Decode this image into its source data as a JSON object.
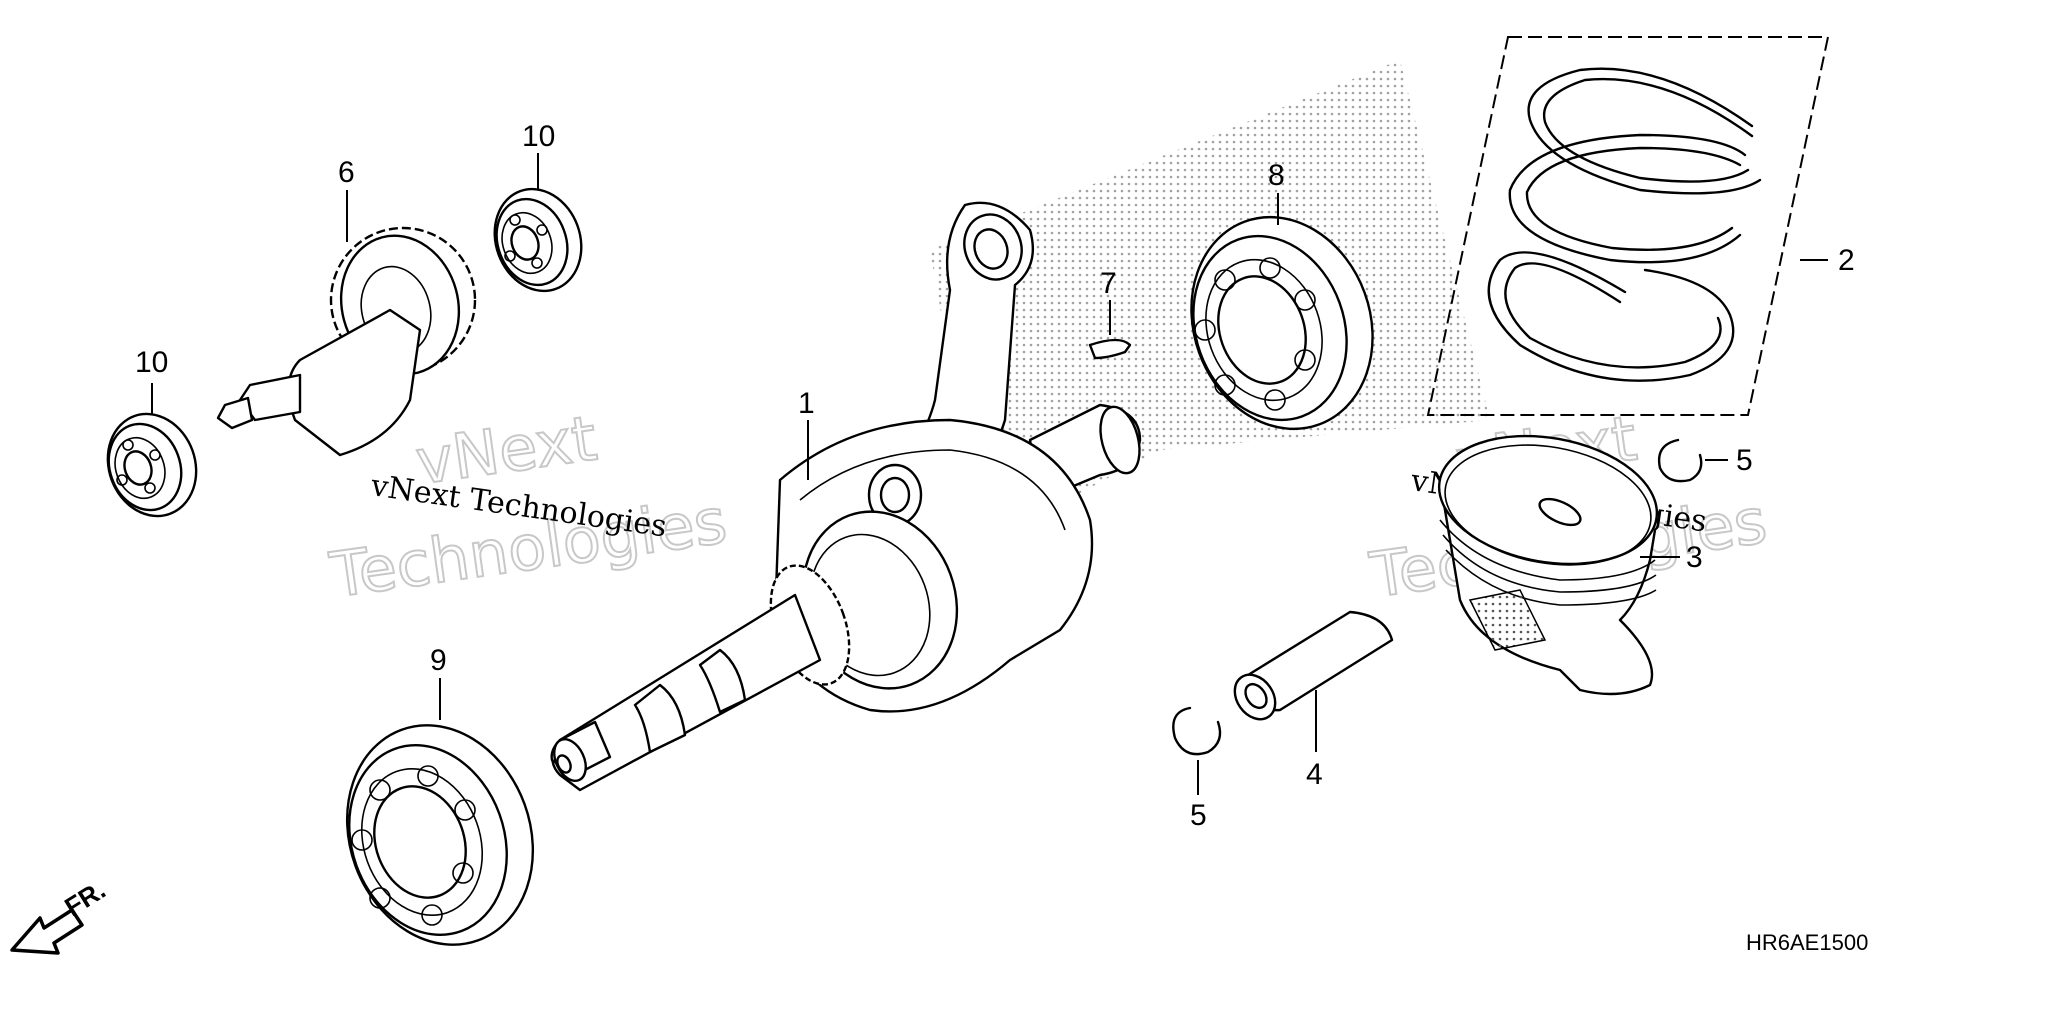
{
  "diagram": {
    "diagram_code": "HR6AE1500",
    "front_label": "FR.",
    "watermark_text": "vNext Technologies",
    "watermark_word_1": "vNext",
    "watermark_word_2": "Technologies",
    "callouts": {
      "crankshaft": "1",
      "piston_ring_set": "2",
      "piston": "3",
      "piston_pin": "4",
      "pin_clip_right": "5",
      "pin_clip_left": "5",
      "balancer_shaft": "6",
      "woodruff_key": "7",
      "bearing_right": "8",
      "bearing_left": "9",
      "bearing_small_top": "10",
      "bearing_small_left": "10"
    }
  }
}
